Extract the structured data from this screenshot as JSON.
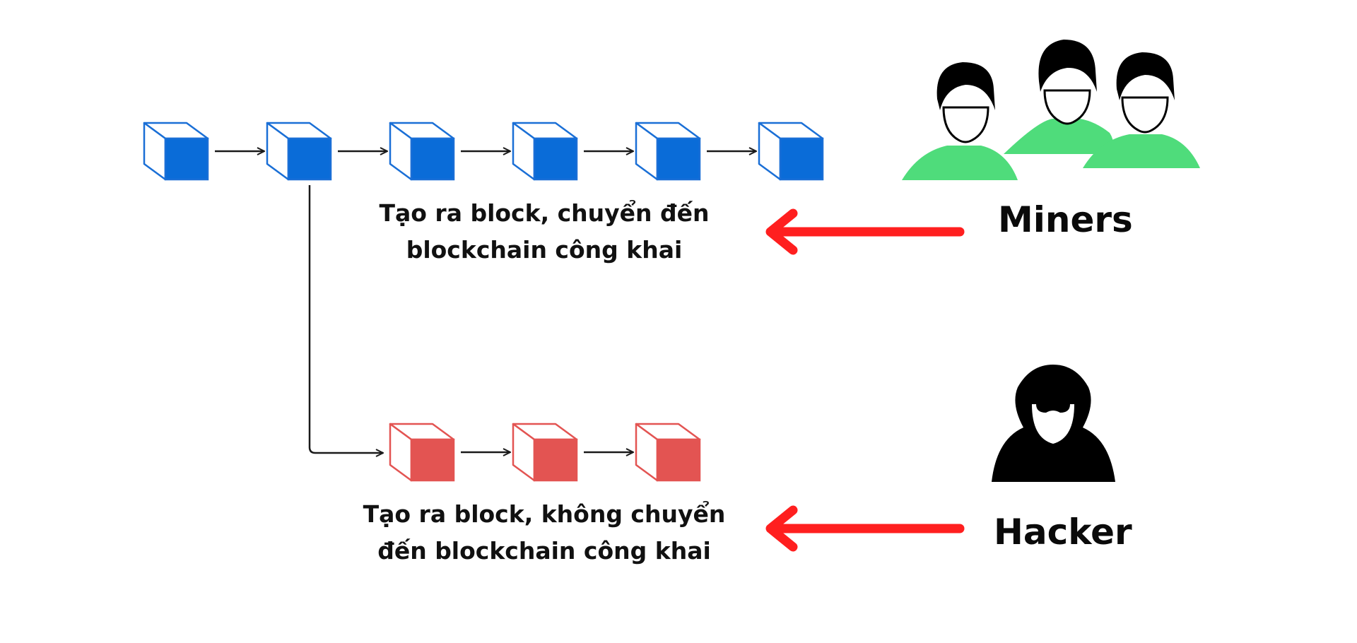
{
  "diagram": {
    "public_chain": {
      "block_count": 6,
      "color": "#0a6cd8",
      "outline": "#1a6fd6",
      "caption": [
        "Tạo ra block, chuyển đến",
        "blockchain công khai"
      ]
    },
    "hacker_chain": {
      "block_count": 3,
      "color": "#e35452",
      "outline": "#e35452",
      "caption": [
        "Tạo ra block, không chuyển",
        "đến blockchain công khai"
      ]
    },
    "actors": {
      "miners": {
        "label": "Miners",
        "icon": "miners-group-icon",
        "shirt_color": "#4fdc7b"
      },
      "hacker": {
        "label": "Hacker",
        "icon": "hooded-hacker-icon"
      }
    },
    "arrow_color": "#ff1f1f",
    "connector_color": "#1a1a1a"
  }
}
